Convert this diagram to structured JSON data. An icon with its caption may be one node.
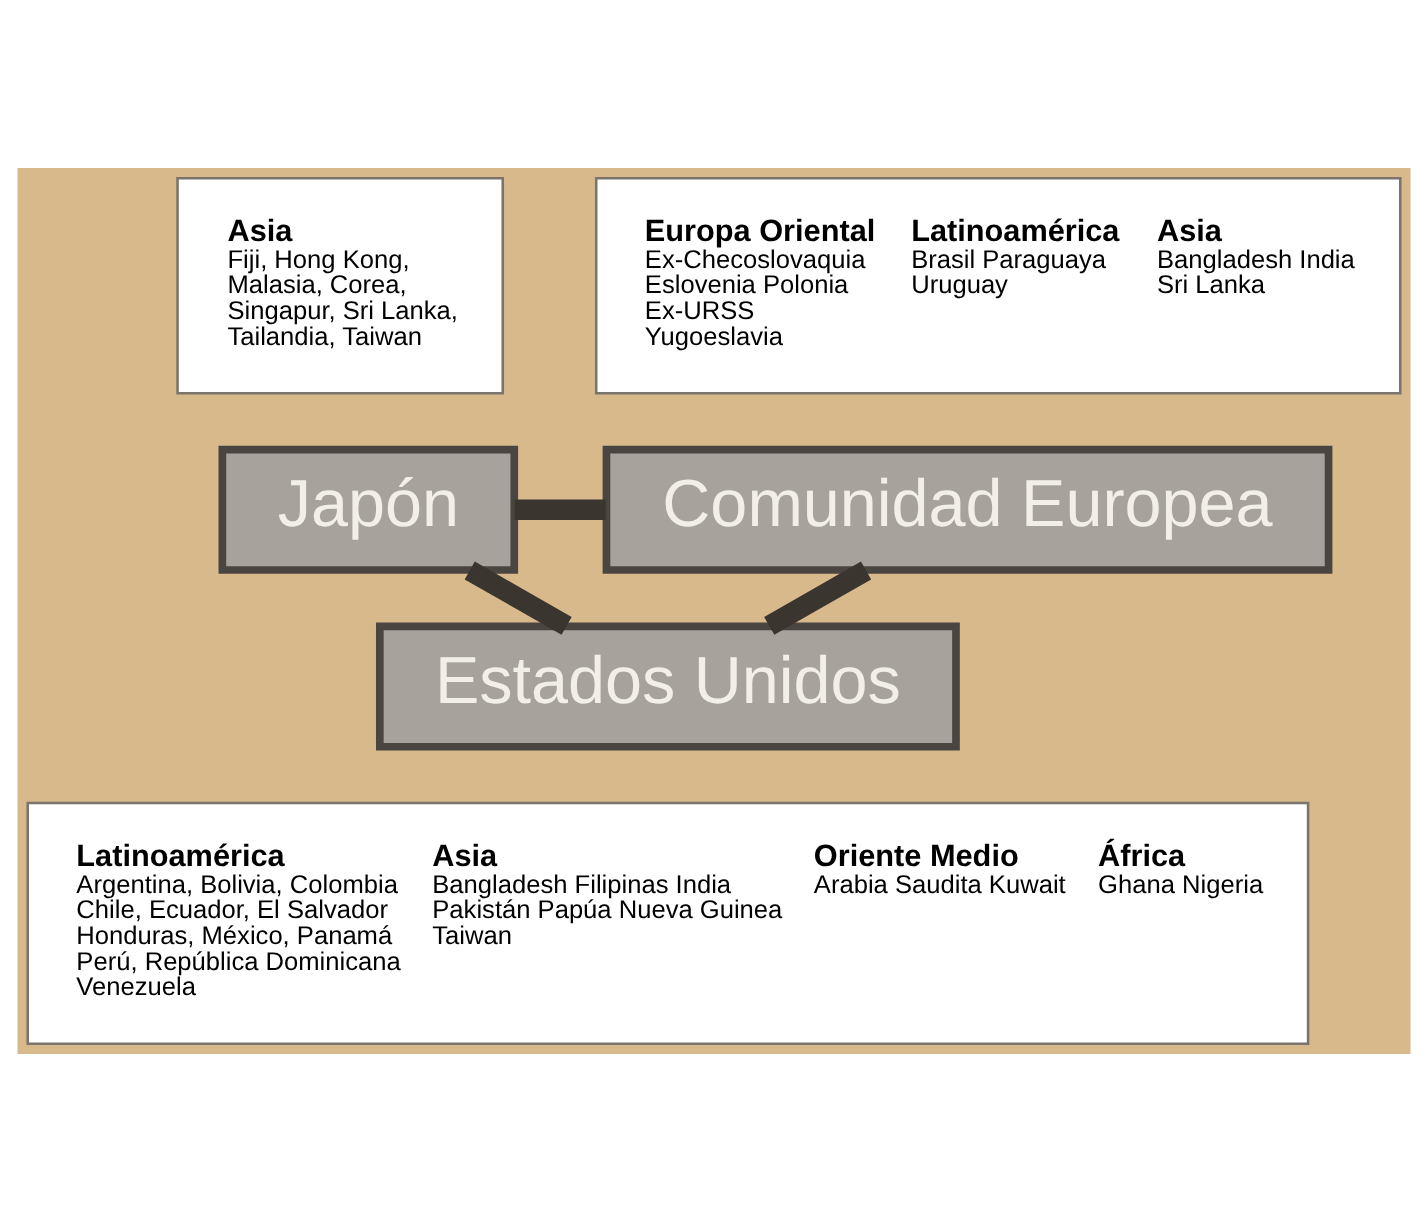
{
  "diagram": {
    "nodes": [
      {
        "text": [
          "Asia",
          "Fiji, Hong Kong, Malasia, Corea, Singapur, Sri Lanka, Tailandia, Taiwan"
        ]
      },
      {
        "text": [
          "Japón"
        ]
      },
      {
        "text": [
          "Europa Oriental",
          "Ex-Checoslovaquia Eslovenia Polonia Ex-URSS Yugoeslavia",
          "Latinoamérica",
          "Brasil Paraguaya Uruguay",
          "Asia",
          "Bangladesh India Sri Lanka"
        ]
      },
      {
        "text": [
          "Comunidad Europea"
        ]
      },
      {
        "text": [
          "Estados Unidos"
        ]
      },
      {
        "text": [
          "Latinoamérica",
          "Argentina, Bolivia, Colombia Chile, Ecuador, El Salvador Honduras, México, Panamá Perú, República Dominicana Venezuela",
          "Asia",
          "Bangladesh Filipinas India Pakistán Papúa Nueva Guinea Taiwan",
          "Oriente Medio",
          "Arabia Saudita Kuwait",
          "África",
          "Ghana Nigeria"
        ]
      }
    ],
    "edges": [
      {
        "from": 1,
        "to": 3,
        "arrow": "none"
      },
      {
        "from": 1,
        "to": 4,
        "arrow": "none"
      },
      {
        "from": 3,
        "to": 4,
        "arrow": "none"
      }
    ]
  }
}
